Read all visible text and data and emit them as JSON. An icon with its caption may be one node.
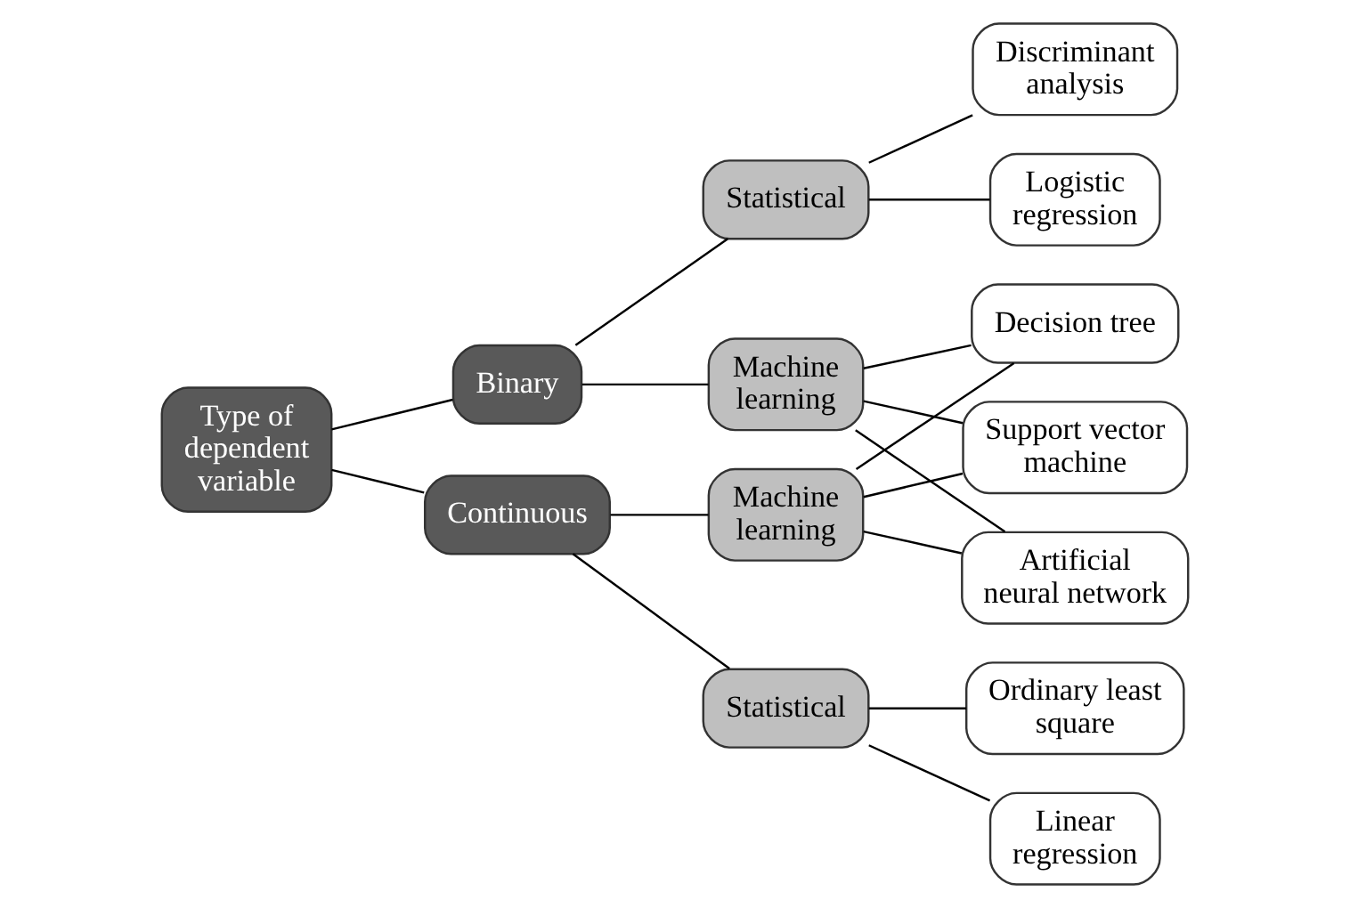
{
  "diagram": {
    "nodes": [
      {
        "text": [
          "Type of dependent variable"
        ]
      },
      {
        "text": [
          "Binary"
        ]
      },
      {
        "text": [
          "Continuous"
        ]
      },
      {
        "text": [
          "Statistical"
        ]
      },
      {
        "text": [
          "Machine learning"
        ]
      },
      {
        "text": [
          "Machine learning"
        ]
      },
      {
        "text": [
          "Statistical"
        ]
      },
      {
        "text": [
          "Logistic regression"
        ]
      },
      {
        "text": [
          "Discriminant analysis"
        ]
      },
      {
        "text": [
          "Decision tree"
        ]
      },
      {
        "text": [
          "Support vector machine"
        ]
      },
      {
        "text": [
          "Artificial neural network"
        ]
      },
      {
        "text": [
          "Linear regression"
        ]
      },
      {
        "text": [
          "Ordinary least square"
        ]
      }
    ],
    "edges": [
      {
        "from": 0,
        "to": 1,
        "arrow": "none"
      },
      {
        "from": 0,
        "to": 2,
        "arrow": "none"
      },
      {
        "from": 1,
        "to": 3,
        "arrow": "none"
      },
      {
        "from": 1,
        "to": 4,
        "arrow": "none"
      },
      {
        "from": 2,
        "to": 5,
        "arrow": "none"
      },
      {
        "from": 2,
        "to": 6,
        "arrow": "none"
      },
      {
        "from": 3,
        "to": 7,
        "arrow": "none"
      },
      {
        "from": 3,
        "to": 8,
        "arrow": "none"
      },
      {
        "from": 4,
        "to": 9,
        "arrow": "none"
      },
      {
        "from": 4,
        "to": 10,
        "arrow": "none"
      },
      {
        "from": 4,
        "to": 11,
        "arrow": "none"
      },
      {
        "from": 5,
        "to": 9,
        "arrow": "none"
      },
      {
        "from": 5,
        "to": 10,
        "arrow": "none"
      },
      {
        "from": 5,
        "to": 11,
        "arrow": "none"
      },
      {
        "from": 6,
        "to": 12,
        "arrow": "none"
      },
      {
        "from": 6,
        "to": 13,
        "arrow": "none"
      }
    ]
  }
}
